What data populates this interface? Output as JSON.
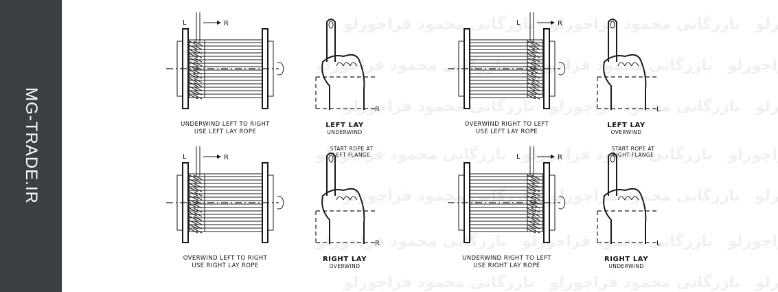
{
  "sidebar": {
    "brand": "MG-TRADE.IR"
  },
  "watermark": {
    "text": "بازرگانی محمود قراچورلو"
  },
  "panels": [
    {
      "caption_l1": "UNDERWIND LEFT TO RIGHT",
      "caption_l2": "USE LEFT LAY ROPE",
      "lay": "LEFT LAY",
      "wind": "UNDERWIND",
      "start_l1": "",
      "start_l2": "",
      "L": "L",
      "R": "R",
      "hand_mark": "R"
    },
    {
      "caption_l1": "OVERWIND RIGHT TO LEFT",
      "caption_l2": "USE LEFT LAY ROPE",
      "lay": "LEFT LAY",
      "wind": "OVERWIND",
      "start_l1": "",
      "start_l2": "",
      "L": "L",
      "R": "R",
      "hand_mark": "L"
    },
    {
      "caption_l1": "OVERWIND LEFT TO RIGHT",
      "caption_l2": "USE RIGHT LAY ROPE",
      "lay": "RIGHT LAY",
      "wind": "OVERWIND",
      "start_l1": "START ROPE AT",
      "start_l2": "LEFT FLANGE",
      "L": "L",
      "R": "R",
      "hand_mark": "R"
    },
    {
      "caption_l1": "UNDERWIND RIGHT TO LEFT",
      "caption_l2": "USE RIGHT LAY ROPE",
      "lay": "RIGHT LAY",
      "wind": "UNDERWIND",
      "start_l1": "START ROPE AT",
      "start_l2": "RIGHT FLANGE",
      "L": "L",
      "R": "R",
      "hand_mark": "L"
    }
  ]
}
